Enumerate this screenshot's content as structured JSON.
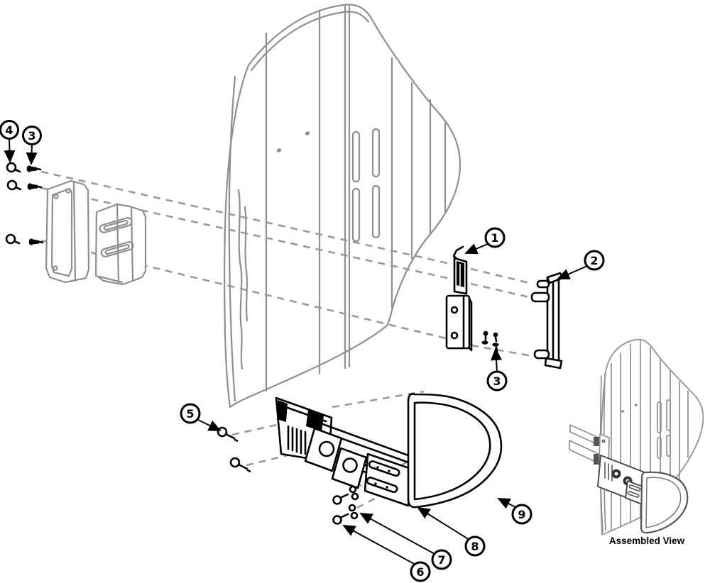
{
  "figure": {
    "type": "exploded-parts-diagram",
    "caption": "Assembled View"
  },
  "callouts": [
    {
      "id": "1",
      "label": "1"
    },
    {
      "id": "2",
      "label": "2"
    },
    {
      "id": "3a",
      "label": "3"
    },
    {
      "id": "3b",
      "label": "3"
    },
    {
      "id": "4",
      "label": "4"
    },
    {
      "id": "5",
      "label": "5"
    },
    {
      "id": "6",
      "label": "6"
    },
    {
      "id": "7",
      "label": "7"
    },
    {
      "id": "8",
      "label": "8"
    },
    {
      "id": "9",
      "label": "9"
    }
  ],
  "colors": {
    "outline_gray": "#8f8f8f",
    "hardware_black": "#000000",
    "dash_gray": "#9a9a9a",
    "background": "#ffffff"
  }
}
